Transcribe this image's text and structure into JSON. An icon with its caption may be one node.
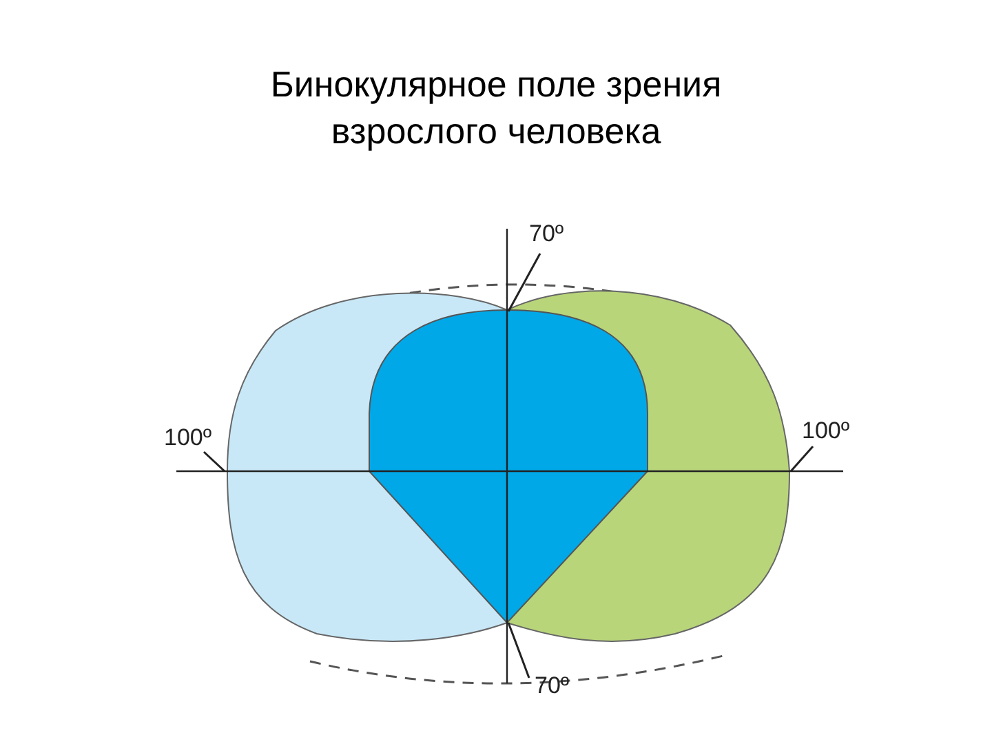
{
  "diagram": {
    "title": "Бинокулярное поле зрения взрослого человека",
    "nodes": [
      {
        "text": [
          "70º"
        ]
      },
      {
        "text": [
          "100º"
        ]
      },
      {
        "text": [
          "100º"
        ]
      },
      {
        "text": [
          "70º"
        ]
      }
    ],
    "edges": [
      {
        "from": 0,
        "to": null,
        "arrow": "none"
      },
      {
        "from": 1,
        "to": null,
        "arrow": "none"
      },
      {
        "from": 2,
        "to": null,
        "arrow": "none"
      },
      {
        "from": 3,
        "to": null,
        "arrow": "none"
      }
    ]
  }
}
